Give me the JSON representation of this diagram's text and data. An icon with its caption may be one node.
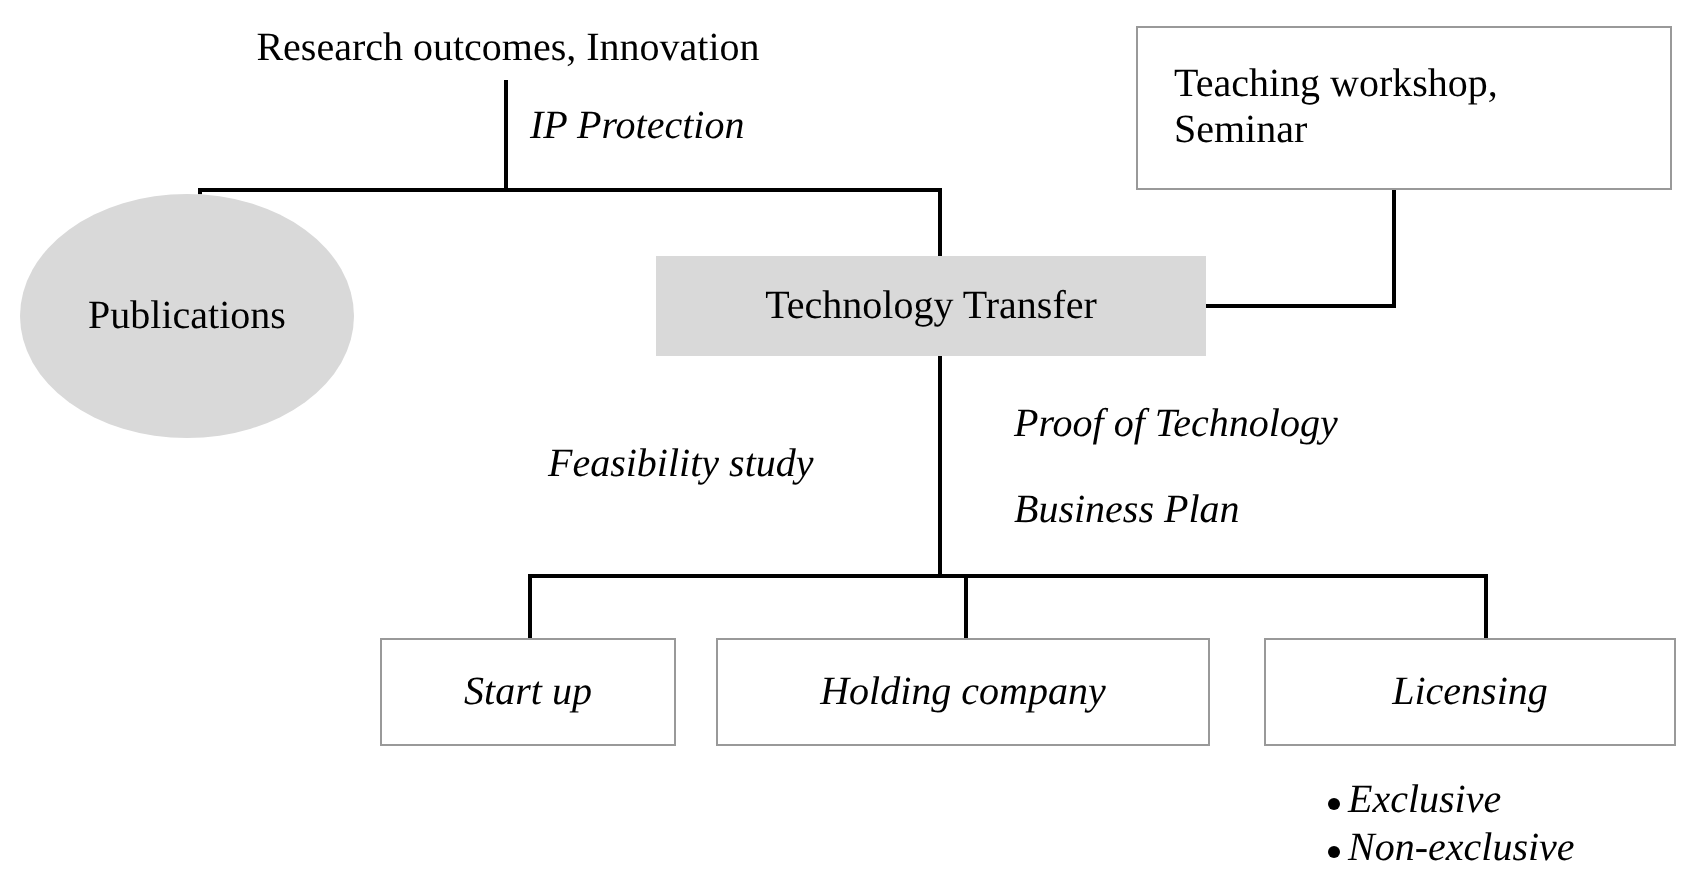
{
  "diagram": {
    "nodes": [
      {
        "text": [
          "Research outcomes, Innovation"
        ]
      },
      {
        "text": [
          "Teaching workshop, Seminar"
        ]
      },
      {
        "text": [
          "Publications"
        ]
      },
      {
        "text": [
          "Technology Transfer"
        ]
      },
      {
        "text": [
          "Start up"
        ]
      },
      {
        "text": [
          "Holding company"
        ]
      },
      {
        "text": [
          "Licensing"
        ],
        "beside": [
          "Exclusive",
          "Non-exclusive"
        ]
      }
    ],
    "edges": [
      {
        "from": 0,
        "to": 2,
        "arrow": "none"
      },
      {
        "from": 0,
        "to": 3,
        "arrow": "none"
      },
      {
        "from": 1,
        "to": 3,
        "arrow": "none"
      },
      {
        "from": 3,
        "to": 4,
        "arrow": "none"
      },
      {
        "from": 3,
        "to": 5,
        "arrow": "none"
      },
      {
        "from": 3,
        "to": 6,
        "arrow": "none"
      }
    ],
    "labels": [
      "IP Protection",
      "Proof of Technology",
      "Feasibility study",
      "Business Plan"
    ]
  }
}
